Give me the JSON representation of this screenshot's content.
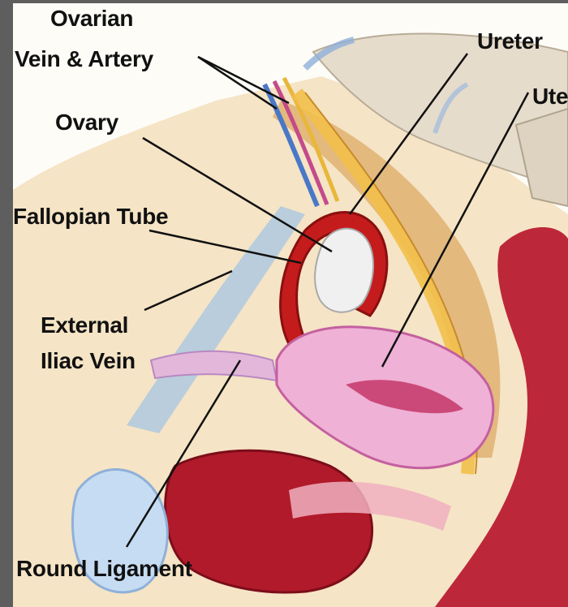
{
  "diagram": {
    "labels": {
      "ovarian_line1": "Ovarian",
      "ovarian_line2": "Vein & Artery",
      "ureter": "Ureter",
      "uterus": "Ute",
      "ovary": "Ovary",
      "fallopian_tube": "Fallopian Tube",
      "external_line1": "External",
      "external_line2": "Iliac Vein",
      "round_ligament": "Round Ligament"
    }
  }
}
